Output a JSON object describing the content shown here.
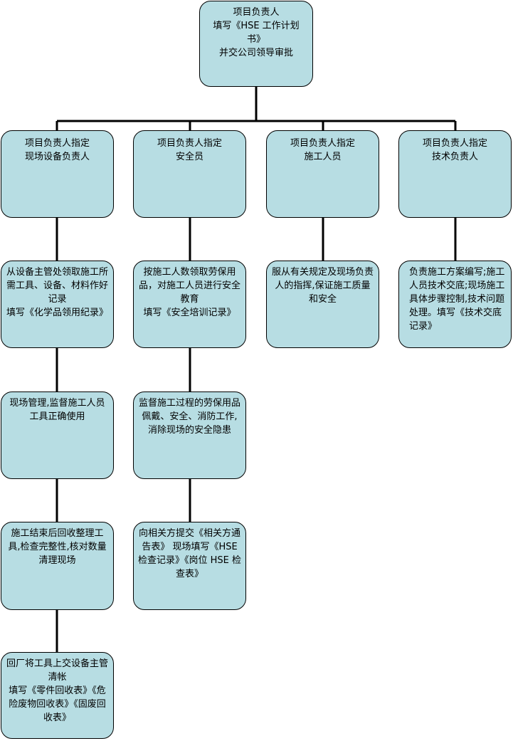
{
  "colors": {
    "box_fill": "#b7dde3",
    "line": "#000000"
  },
  "nodes": {
    "root": "项目负责人\n填写《HSE 工作计划书》\n并交公司领导审批",
    "c1": "项目负责人指定\n现场设备负责人",
    "c2": "项目负责人指定\n安全员",
    "c3": "项目负责人指定\n施工人员",
    "c4": "项目负责人指定\n技术负责人",
    "c1_s1": "从设备主管处领取施工所需工具、设备、材料作好记录\n填写《化学品领用纪录》",
    "c1_s2": "现场管理,监督施工人员工具正确使用",
    "c1_s3": "施工结束后回收整理工具,检查完整性,核对数量\n清理现场",
    "c1_s4": "回厂将工具上交设备主管清帐\n填写《零件回收表》《危险废物回收表》《固废回收表》",
    "c2_s1": "按施工人数领取劳保用品，对施工人员进行安全教育\n填写《安全培训记录》",
    "c2_s2": "监督施工过程的劳保用品佩戴、安全、消防工作,消除现场的安全隐患",
    "c2_s3": "向相关方提交《相关方通告表》 现场填写《HSE 检查记录》《岗位 HSE 检查表》",
    "c3_s1": "服从有关规定及现场负责人的指挥,保证施工质量和安全",
    "c4_s1": "负责施工方案编写;施工人员技术交底;现场施工具体步骤控制,技术问题处理。填写《技术交底记录》"
  }
}
